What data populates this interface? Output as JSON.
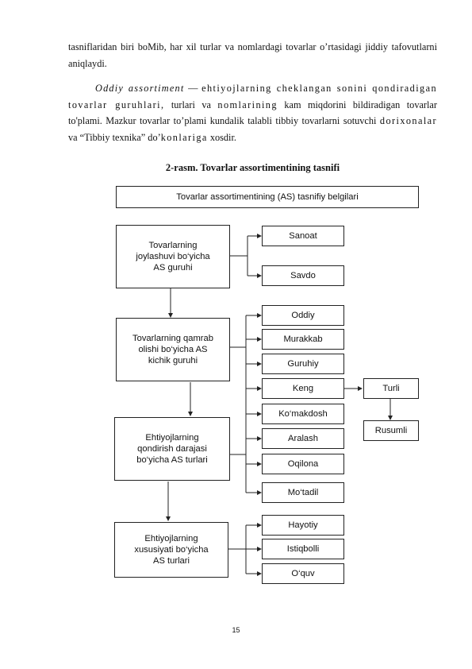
{
  "paragraph1": "tasniflaridan biri boMib, har xil turlar va nomlardagi tovarlar o’rtasidagi jiddiy tafovutlarni aniqlaydi.",
  "paragraph2": {
    "term": "Oddiy assortiment",
    "dash": " — ",
    "part1": "ehtiyojlarning cheklangan sonini qondiradigan tovarlar guruhlari,",
    "part2": " turlari va ",
    "part3": "nomlarining",
    "part4": " kam miqdorini bildiradigan tovarlar to'plami. Mazkur tovarlar to’plami kundalik talabli tibbiy tovarlarni sotuvchi ",
    "part5": "dorixonalar",
    "part6": " va “Tibbiy texnika” do’",
    "part7": "konlariga",
    "part8": " xosdir."
  },
  "caption": "2-rasm. Tovarlar assortimentining tasnifi",
  "diagram": {
    "header": "Tovarlar assortimentining (AS) tasnifiy belgilari",
    "groups": [
      "Tovarlarning joylashuvi bo‘yicha AS guruhi",
      "Tovarlarning qamrab olishi bo‘yicha AS kichik guruhi",
      "Ehtiyojlarning qondirish darajasi bo‘yicha AS turlari",
      "Ehtiyojlarning xususiyati bo‘yicha AS turlari"
    ],
    "items": {
      "sanoat": "Sanoat",
      "savdo": "Savdo",
      "oddiy": "Oddiy",
      "murakkab": "Murakkab",
      "guruhiy": "Guruhiy",
      "keng": "Keng",
      "komakdosh": "Ko‘makdosh",
      "aralash": "Aralash",
      "oqilona": "Oqilona",
      "motadil": "Mo‘tadil",
      "hayotiy": "Hayotiy",
      "istiqbolli": "Istiqbolli",
      "oquv": "O‘quv",
      "turli": "Turli",
      "rusumli": "Rusumli"
    }
  },
  "page_number": "15"
}
